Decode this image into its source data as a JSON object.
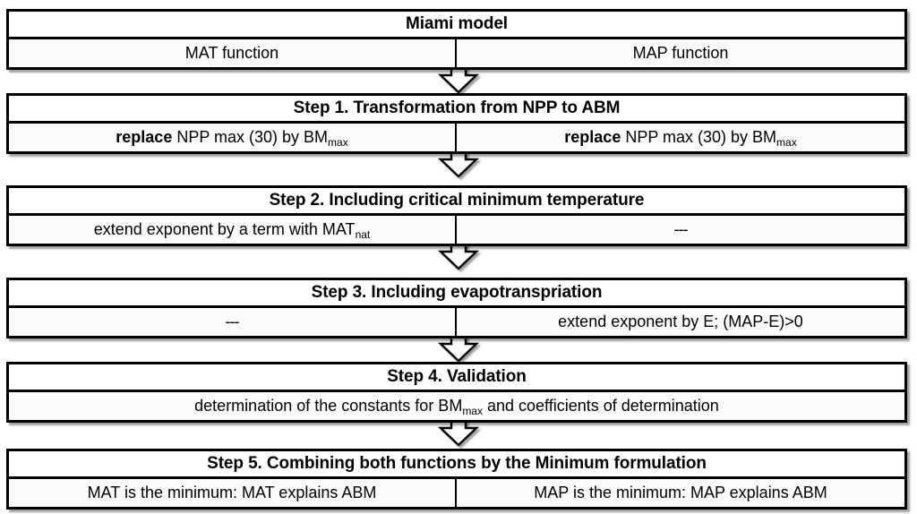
{
  "diagram": {
    "title": "Miami model flowchart",
    "columns": [
      "MAT function",
      "MAP function"
    ],
    "accent_color": "#000000",
    "background_color": "#ffffff",
    "content_row_color": "#fbfbfb"
  },
  "blocks": [
    {
      "header": "Miami model",
      "left": "MAT function",
      "right": "MAP function",
      "left_bold": "",
      "right_bold": "",
      "left_sub": "",
      "right_sub": "",
      "split": true
    },
    {
      "header": "Step 1. Transformation from NPP to ABM",
      "left_bold": "replace",
      "left": " NPP max (30) by BM",
      "left_sub": "max",
      "right_bold": "replace",
      "right": " NPP max (30) by BM",
      "right_sub": "max",
      "split": true
    },
    {
      "header": "Step 2. Including critical minimum temperature",
      "left_bold": "",
      "left": "extend exponent by a term with MAT",
      "left_sub": "nat",
      "right_bold": "",
      "right": "---",
      "right_sub": "",
      "split": true
    },
    {
      "header": "Step 3. Including evapotranspriation",
      "left_bold": "",
      "left": "---",
      "left_sub": "",
      "right_bold": "",
      "right": "extend exponent by E; (MAP-E)>0",
      "right_sub": "",
      "split": true
    },
    {
      "header": "Step 4. Validation",
      "full": "determination of the constants for BM",
      "full_sub": "max",
      "full_tail": " and coefficients of determination",
      "split": false
    },
    {
      "header": "Step 5. Combining both functions by the Minimum formulation",
      "left_bold": "",
      "left": "MAT is the minimum: MAT explains ABM",
      "left_sub": "",
      "right_bold": "",
      "right": "MAP is the minimum: MAP explains ABM",
      "right_sub": "",
      "split": true
    }
  ],
  "connectors": [
    {
      "name": "arrow-1-to-2"
    },
    {
      "name": "arrow-2-to-3"
    },
    {
      "name": "arrow-3-to-4"
    },
    {
      "name": "arrow-4-to-5"
    },
    {
      "name": "arrow-5-to-6"
    }
  ]
}
